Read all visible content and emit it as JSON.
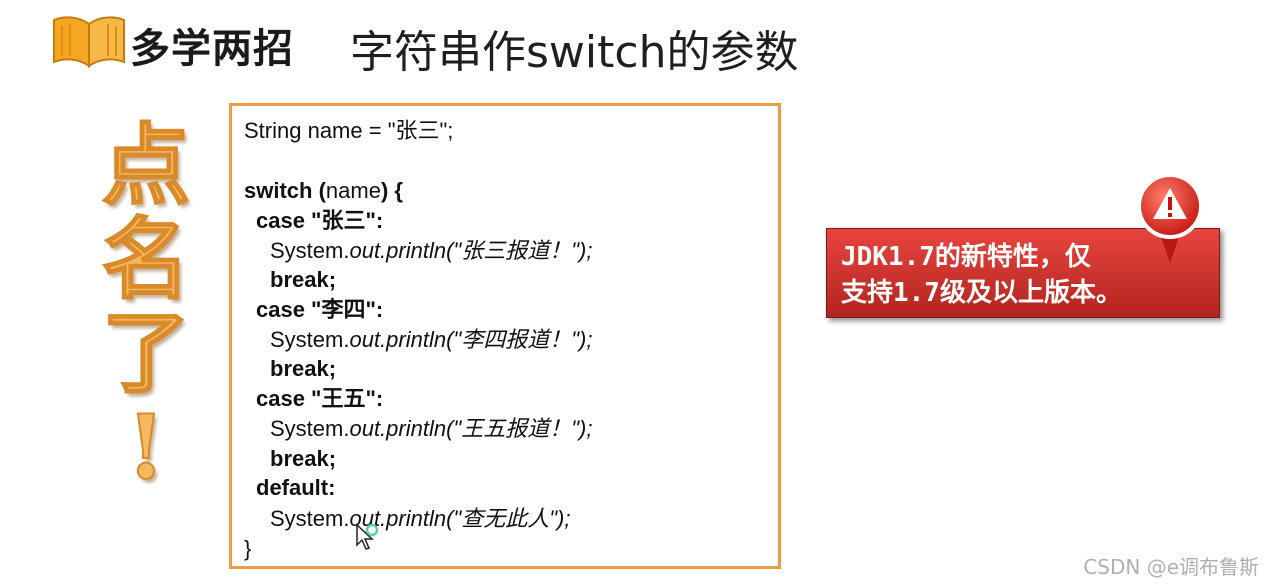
{
  "logo": {
    "text": "多学两招"
  },
  "title": "字符串作switch的参数",
  "vertical_text": [
    "点",
    "名",
    "了",
    "!"
  ],
  "code": {
    "line1": "String name = \"张三\";",
    "switch_kw": "switch (",
    "switch_arg": "name",
    "switch_end": ") {",
    "case1": "case \"张三\":",
    "print1_a": "System.",
    "print1_b": "out.println(\"张三报道！\");",
    "break1": "break;",
    "case2": "case \"李四\":",
    "print2_a": "System.",
    "print2_b": "out.println(\"李四报道！\");",
    "break2": "break;",
    "case3": "case \"王五\":",
    "print3_a": "System.",
    "print3_b": "out.println(\"王五报道！\");",
    "break3": "break;",
    "default": "default:",
    "print4_a": "System.",
    "print4_b": "out.println(\"查无此人\");",
    "close": "}"
  },
  "callout": {
    "text": "JDK1.7的新特性，仅\n支持1.7级及以上版本。"
  },
  "watermark": "CSDN @e调布鲁斯",
  "colors": {
    "accent_orange": "#ef9a45",
    "callout_red": "#c8302a",
    "vertical_text": "#f6b861"
  },
  "icons": [
    "book-icon",
    "warning-icon",
    "mouse-cursor-icon"
  ]
}
